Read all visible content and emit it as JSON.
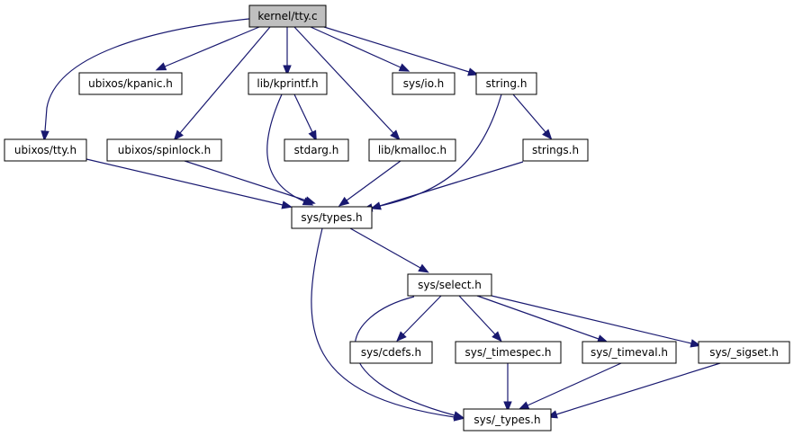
{
  "graph": {
    "colors": {
      "edge": "#191970",
      "root_fill": "#bfbfbf",
      "node_fill": "#ffffff",
      "border": "#000000"
    },
    "nodes": [
      {
        "id": "kernel_tty_c",
        "label": "kernel/tty.c",
        "root": true
      },
      {
        "id": "ubixos_kpanic_h",
        "label": "ubixos/kpanic.h"
      },
      {
        "id": "lib_kprintf_h",
        "label": "lib/kprintf.h"
      },
      {
        "id": "sys_io_h",
        "label": "sys/io.h"
      },
      {
        "id": "string_h",
        "label": "string.h"
      },
      {
        "id": "ubixos_tty_h",
        "label": "ubixos/tty.h"
      },
      {
        "id": "ubixos_spinlock_h",
        "label": "ubixos/spinlock.h"
      },
      {
        "id": "stdarg_h",
        "label": "stdarg.h"
      },
      {
        "id": "lib_kmalloc_h",
        "label": "lib/kmalloc.h"
      },
      {
        "id": "strings_h",
        "label": "strings.h"
      },
      {
        "id": "sys_types_h",
        "label": "sys/types.h"
      },
      {
        "id": "sys_select_h",
        "label": "sys/select.h"
      },
      {
        "id": "sys_cdefs_h",
        "label": "sys/cdefs.h"
      },
      {
        "id": "sys__timespec_h",
        "label": "sys/_timespec.h"
      },
      {
        "id": "sys__timeval_h",
        "label": "sys/_timeval.h"
      },
      {
        "id": "sys__sigset_h",
        "label": "sys/_sigset.h"
      },
      {
        "id": "sys__types_h",
        "label": "sys/_types.h"
      }
    ],
    "edges": [
      {
        "from": "kernel_tty_c",
        "to": "ubixos_tty_h"
      },
      {
        "from": "kernel_tty_c",
        "to": "ubixos_kpanic_h"
      },
      {
        "from": "kernel_tty_c",
        "to": "ubixos_spinlock_h"
      },
      {
        "from": "kernel_tty_c",
        "to": "lib_kprintf_h"
      },
      {
        "from": "kernel_tty_c",
        "to": "lib_kmalloc_h"
      },
      {
        "from": "kernel_tty_c",
        "to": "sys_io_h"
      },
      {
        "from": "kernel_tty_c",
        "to": "string_h"
      },
      {
        "from": "ubixos_tty_h",
        "to": "sys_types_h"
      },
      {
        "from": "ubixos_spinlock_h",
        "to": "sys_types_h"
      },
      {
        "from": "lib_kprintf_h",
        "to": "stdarg_h"
      },
      {
        "from": "lib_kprintf_h",
        "to": "sys_types_h"
      },
      {
        "from": "lib_kmalloc_h",
        "to": "sys_types_h"
      },
      {
        "from": "string_h",
        "to": "strings_h"
      },
      {
        "from": "string_h",
        "to": "sys_types_h"
      },
      {
        "from": "strings_h",
        "to": "sys_types_h"
      },
      {
        "from": "sys_types_h",
        "to": "sys_select_h"
      },
      {
        "from": "sys_types_h",
        "to": "sys__types_h"
      },
      {
        "from": "sys_select_h",
        "to": "sys_cdefs_h"
      },
      {
        "from": "sys_select_h",
        "to": "sys__timespec_h"
      },
      {
        "from": "sys_select_h",
        "to": "sys__timeval_h"
      },
      {
        "from": "sys_select_h",
        "to": "sys__sigset_h"
      },
      {
        "from": "sys_select_h",
        "to": "sys__types_h"
      },
      {
        "from": "sys__timespec_h",
        "to": "sys__types_h"
      },
      {
        "from": "sys__timeval_h",
        "to": "sys__types_h"
      },
      {
        "from": "sys__sigset_h",
        "to": "sys__types_h"
      }
    ]
  }
}
